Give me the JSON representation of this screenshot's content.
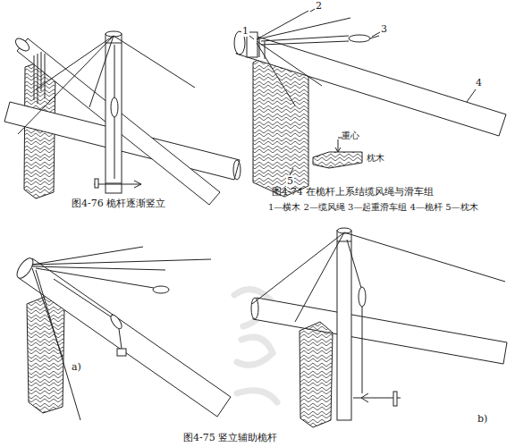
{
  "diagram": {
    "labels": [
      "图4-76 桅杆逐渐竖立",
      "图4-74 在桅杆上系结缆风绳与滑车组",
      "1—横木 2—缆风绳 3—起重滑车组 4—桅杆 5—枕木",
      "图4-75 竖立辅助桅杆",
      "1",
      "2",
      "3",
      "4",
      "5",
      "重心",
      "枕木",
      "a)",
      "b)"
    ]
  }
}
